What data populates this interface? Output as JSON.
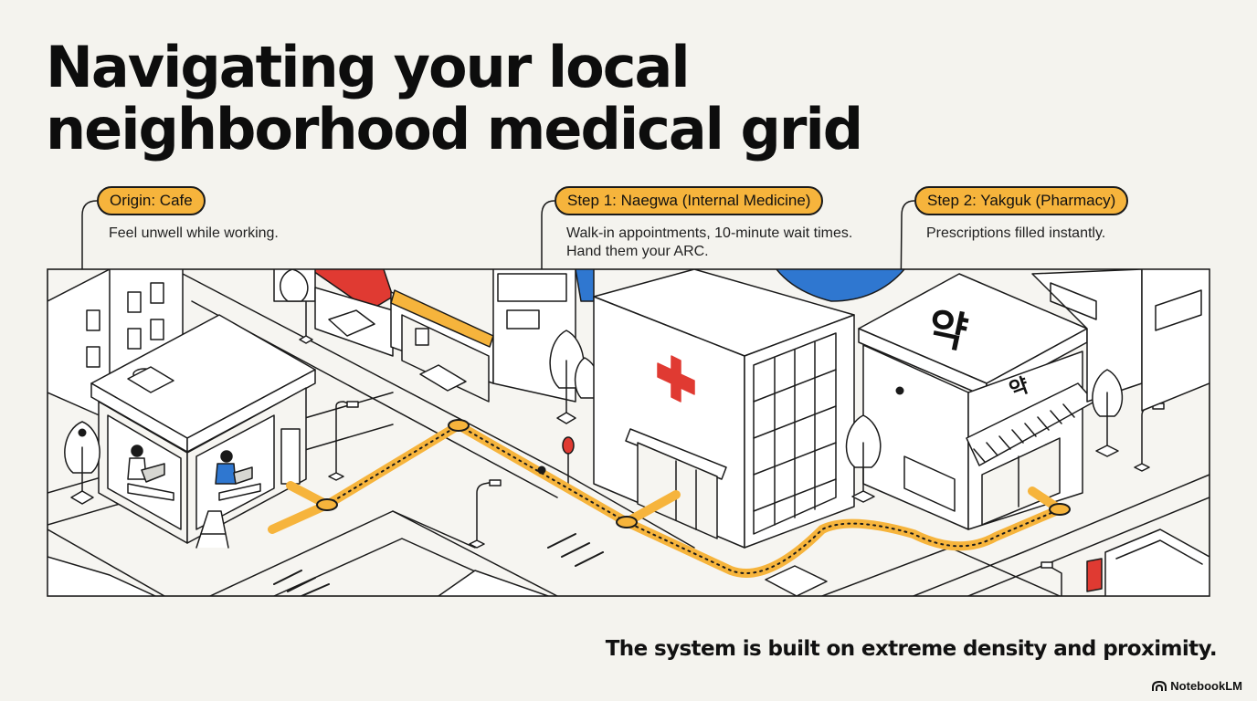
{
  "title": {
    "line1": "Navigating your local",
    "line2": "neighborhood medical grid"
  },
  "steps": [
    {
      "label": "Origin: Cafe",
      "desc": [
        "Feel unwell while working."
      ]
    },
    {
      "label": "Step 1: Naegwa (Internal Medicine)",
      "desc": [
        "Walk-in appointments, 10-minute wait times.",
        "Hand them your ARC."
      ]
    },
    {
      "label": "Step 2: Yakguk (Pharmacy)",
      "desc": [
        "Prescriptions filled instantly."
      ]
    }
  ],
  "map": {
    "pharmacy_sign_large": "약",
    "pharmacy_sign_small": "약"
  },
  "tagline": "The system is built on extreme density and proximity.",
  "brand": {
    "name": "NotebookLM",
    "icon": "notebooklm-logo-icon"
  },
  "colors": {
    "background": "#f4f3ee",
    "route": "#f6b43c",
    "accent_red": "#e03a32",
    "accent_blue": "#2f77d0",
    "ink": "#1a1a1a"
  }
}
